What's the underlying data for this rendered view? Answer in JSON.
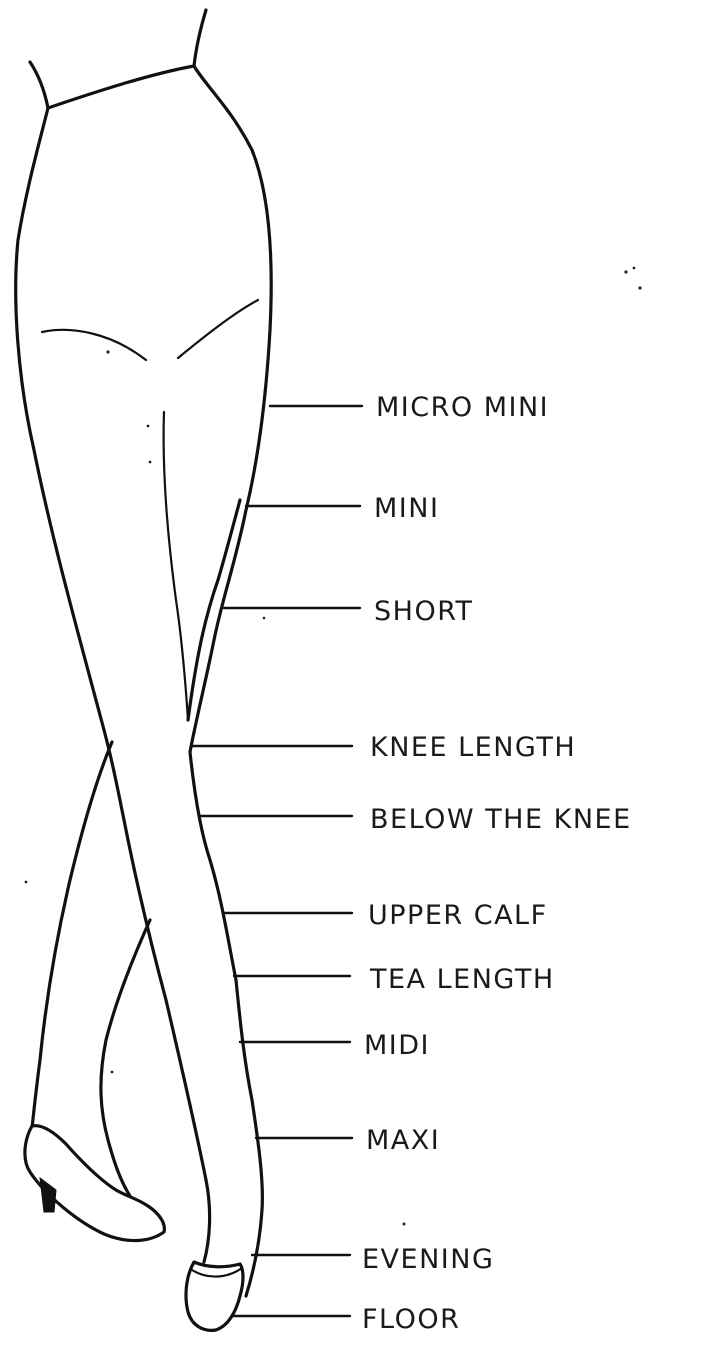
{
  "diagram": {
    "labels": [
      {
        "key": "micro_mini",
        "text": "MICRO MINI"
      },
      {
        "key": "mini",
        "text": "MINI"
      },
      {
        "key": "short",
        "text": "SHORT"
      },
      {
        "key": "knee_length",
        "text": "KNEE LENGTH"
      },
      {
        "key": "below_the_knee",
        "text": "BELOW THE KNEE"
      },
      {
        "key": "upper_calf",
        "text": "UPPER CALF"
      },
      {
        "key": "tea_length",
        "text": "TEA LENGTH"
      },
      {
        "key": "midi",
        "text": "MIDI"
      },
      {
        "key": "maxi",
        "text": "MAXI"
      },
      {
        "key": "evening",
        "text": "EVENING"
      },
      {
        "key": "floor",
        "text": "FLOOR"
      }
    ]
  }
}
